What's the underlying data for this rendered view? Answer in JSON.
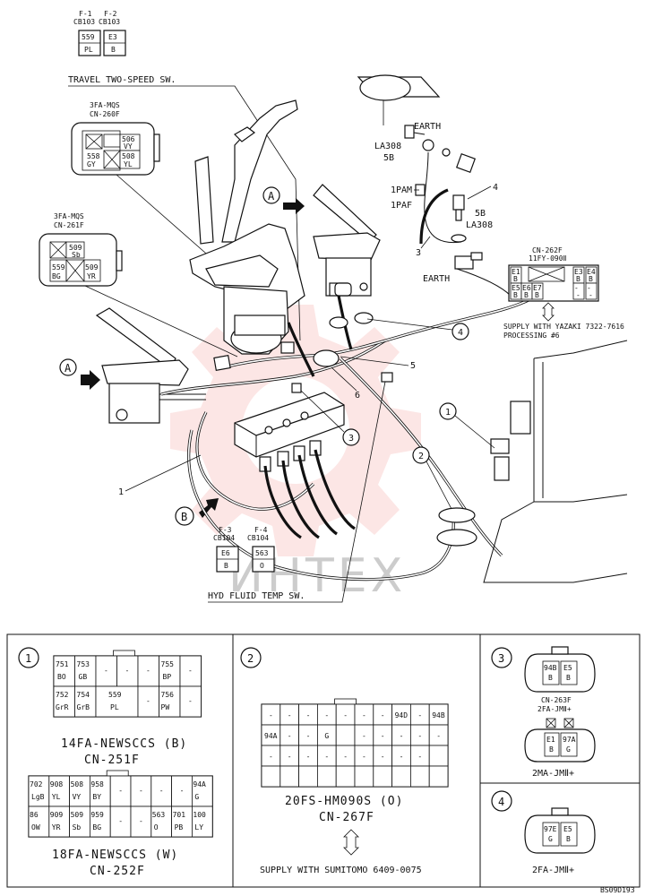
{
  "fuses": {
    "f1": {
      "title": "F-1",
      "code": "CB103",
      "top": "559",
      "bottom": "PL"
    },
    "f2": {
      "title": "F-2",
      "code": "CB103",
      "top": "E3",
      "bottom": "B"
    },
    "f3": {
      "title": "F-3",
      "code": "CB104",
      "top": "E6",
      "bottom": "B"
    },
    "f4": {
      "title": "F-4",
      "code": "CB104",
      "top": "563",
      "bottom": "O"
    }
  },
  "labels": {
    "travel_sw": "TRAVEL TWO-SPEED SW.",
    "hyd_sw": "HYD FLUID TEMP SW.",
    "earth_top": "EARTH",
    "earth_bottom": "EARTH",
    "la308_a": "LA308",
    "la308_a_5b": "5B",
    "la308_b": "LA308",
    "la308_b_5b": "5B",
    "pam": "1PAM",
    "paf": "1PAF",
    "view_a": "A",
    "view_b": "B",
    "n1": "1",
    "n3": "3",
    "n4": "4",
    "n5": "5",
    "n6": "6",
    "c1": "1",
    "c2": "2",
    "c3": "3",
    "c4": "4",
    "footer": "BS09D193",
    "watermark": "ИНТЕХ"
  },
  "cn260f": {
    "title1": "3FA-MQS",
    "title2": "CN-260F",
    "cells": [
      "506",
      "VY",
      "508",
      "YL",
      "558",
      "GY"
    ]
  },
  "cn261f": {
    "title1": "3FA-MQS",
    "title2": "CN-261F",
    "cells": [
      "509",
      "Sb",
      "559",
      "BG",
      "509",
      "YR"
    ]
  },
  "cn262f": {
    "title1": "CN-262F",
    "title2": "11FY-090Ⅱ",
    "row1": [
      "E1",
      "B",
      "-",
      "-",
      "-",
      "-",
      "E3",
      "B",
      "E4",
      "B"
    ],
    "row2": [
      "E5",
      "B",
      "E6",
      "B",
      "E7",
      "B",
      "-",
      "-",
      "-",
      "-"
    ],
    "supply": "SUPPLY WITH YAZAKI 7322-7616",
    "processing": "PROCESSING #6"
  },
  "panel1": {
    "num": "1",
    "top_rows": [
      [
        "751",
        "BO",
        "753",
        "GB",
        "-",
        "-",
        "-",
        "755",
        "BP",
        "-"
      ],
      [
        "752",
        "GrR",
        "754",
        "GrB",
        "-",
        "559",
        "PL",
        "-",
        "756",
        "PW",
        "-"
      ]
    ],
    "name1": "14FA-NEWSCCS (B)",
    "code1": "CN-251F",
    "bottom_rows": [
      [
        "702",
        "LgB",
        "908",
        "YL",
        "508",
        "VY",
        "958",
        "BY",
        "-",
        "-",
        "-",
        "-",
        "94A",
        "G"
      ],
      [
        "86",
        "OW",
        "909",
        "YR",
        "509",
        "Sb",
        "959",
        "BG",
        "-",
        "-",
        "563",
        "O",
        "701",
        "PB",
        "100",
        "LY"
      ]
    ],
    "name2": "18FA-NEWSCCS (W)",
    "code2": "CN-252F"
  },
  "panel2": {
    "num": "2",
    "cells": [
      "-",
      "-",
      "-",
      "-",
      "-",
      "-",
      "-",
      "94D",
      "-",
      "94B",
      "94A",
      "-",
      "-",
      "G",
      "-",
      "-",
      "-",
      "-",
      "-",
      "-",
      "-",
      "-",
      "-",
      "-",
      "-",
      "-",
      "-",
      "-"
    ],
    "name": "20FS-HM090S (O)",
    "code": "CN-267F",
    "supply": "SUPPLY WITH SUMITOMO 6409-0075"
  },
  "panel3": {
    "num": "3",
    "conn_a": [
      "94B",
      "B",
      "E5",
      "B"
    ],
    "name_a": "CN-263F",
    "code_a": "2FA-JMⅡ+",
    "conn_b": [
      "E1",
      "B",
      "97A",
      "G"
    ],
    "name_b": "2MA-JMⅡ+"
  },
  "panel4": {
    "num": "4",
    "conn": [
      "97E",
      "G",
      "E5",
      "B"
    ],
    "name": "2FA-JMⅡ+"
  }
}
